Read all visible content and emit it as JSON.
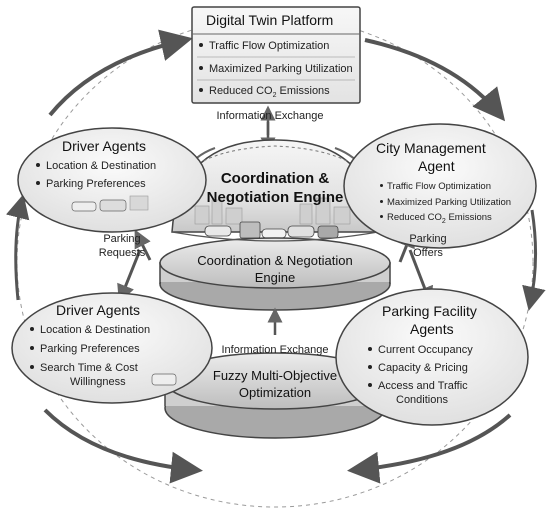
{
  "digital_twin": {
    "title": "Digital Twin Platform",
    "items": [
      {
        "pre": "Traffic Flow Optimization"
      },
      {
        "pre": "Maximized Parking Utilization"
      },
      {
        "pre": "Reduced CO",
        "sub": "2",
        "post": " Emissions"
      }
    ]
  },
  "info_exchange_top": "Information Exchange",
  "info_exchange_mid": "Information Exchange",
  "driver_agents_top": {
    "title": "Driver Agents",
    "items": [
      "Location & Destination",
      "Parking Preferences"
    ]
  },
  "city_management": {
    "title_line1": "City Management",
    "title_line2": "Agent",
    "items": [
      {
        "pre": "Traffic Flow Optimization"
      },
      {
        "pre": "Maximized Parking Utilization"
      },
      {
        "pre": "Reduced CO",
        "sub": "2",
        "post": " Emissions"
      }
    ]
  },
  "coordination_top": {
    "line1": "Coordination &",
    "line2": "Negotiation Engine"
  },
  "coordination_platform": {
    "line1": "Coordination & Negotiation",
    "line2": "Engine"
  },
  "parking_requests": {
    "line1": "Parking",
    "line2": "Requests"
  },
  "parking_offers": {
    "line1": "Parking",
    "line2": "Offers"
  },
  "driver_agents_bottom": {
    "title": "Driver Agents",
    "items": [
      "Location & Destination",
      "Parking Preferences",
      "Search Time & Cost"
    ],
    "item_continued": "Willingness"
  },
  "parking_facility": {
    "title_line1": "Parking Facility",
    "title_line2": "Agents",
    "items": [
      "Current Occupancy",
      "Capacity & Pricing",
      "Access and Traffic"
    ],
    "item_continued": "Conditions"
  },
  "fuzzy": {
    "line1": "Fuzzy Multi-Objective",
    "line2": "Optimization"
  },
  "colors": {
    "line": "#555555",
    "arrow": "#5a5a5a",
    "panel_fill": "#f3f3f3",
    "panel_stroke": "#444444",
    "platform_fill": "#d9d9d9"
  }
}
